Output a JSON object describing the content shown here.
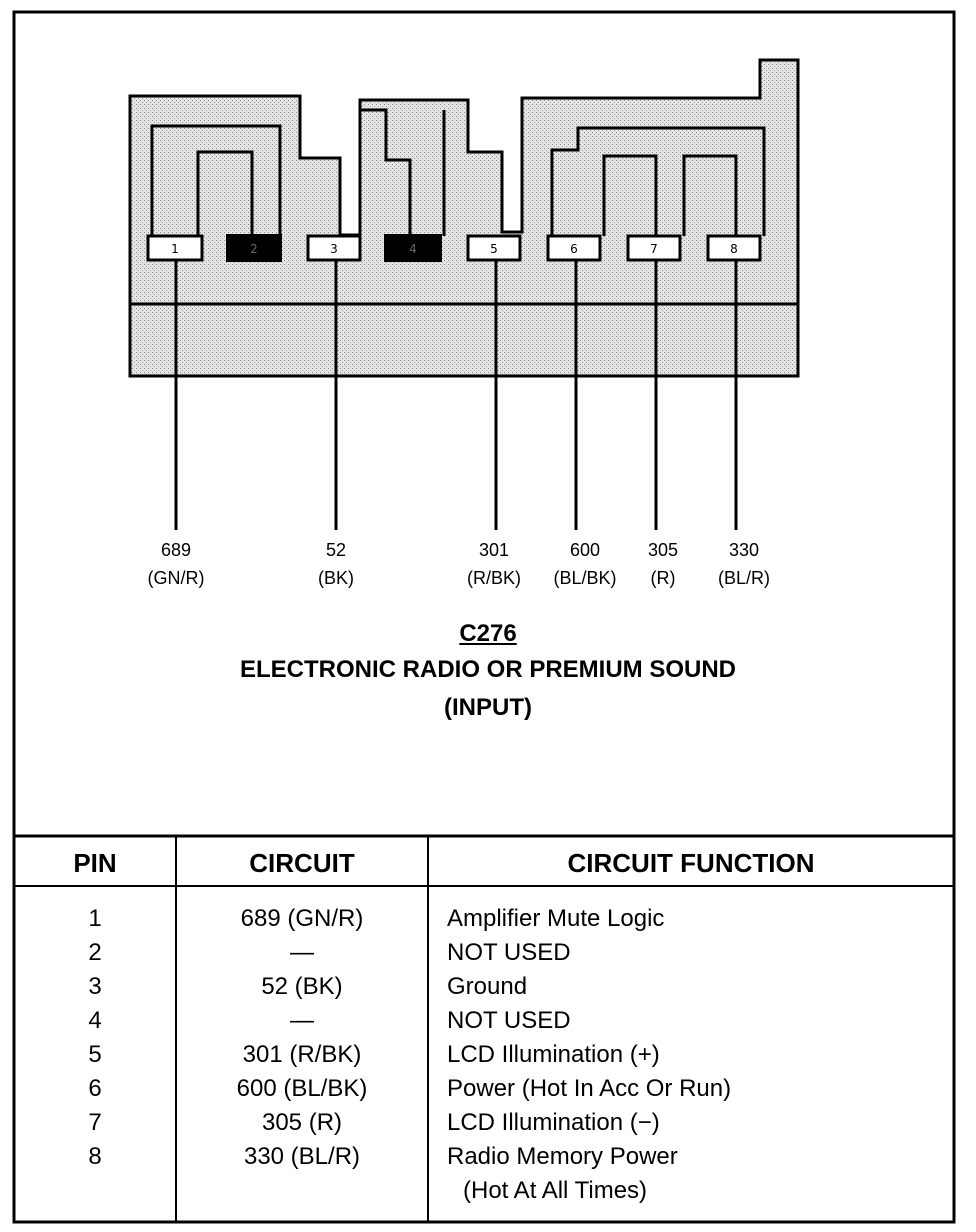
{
  "connector": {
    "id": "C276",
    "name": "ELECTRONIC RADIO OR PREMIUM SOUND",
    "subtitle": "(INPUT)",
    "pins": [
      "1",
      "2",
      "3",
      "4",
      "5",
      "6",
      "7",
      "8"
    ],
    "wires": [
      {
        "circuit": "689",
        "color": "(GN/R)"
      },
      {
        "circuit": "52",
        "color": "(BK)"
      },
      {
        "circuit": "301",
        "color": "(R/BK)"
      },
      {
        "circuit": "600",
        "color": "(BL/BK)"
      },
      {
        "circuit": "305",
        "color": "(R)"
      },
      {
        "circuit": "330",
        "color": "(BL/R)"
      }
    ]
  },
  "table": {
    "headers": {
      "pin": "PIN",
      "circuit": "CIRCUIT",
      "function": "CIRCUIT FUNCTION"
    },
    "rows": [
      {
        "pin": "1",
        "circuit": "689 (GN/R)",
        "function": "Amplifier Mute Logic"
      },
      {
        "pin": "2",
        "circuit": "—",
        "function": "NOT USED"
      },
      {
        "pin": "3",
        "circuit": "52 (BK)",
        "function": "Ground"
      },
      {
        "pin": "4",
        "circuit": "—",
        "function": "NOT USED"
      },
      {
        "pin": "5",
        "circuit": "301 (R/BK)",
        "function": "LCD Illumination (+)"
      },
      {
        "pin": "6",
        "circuit": "600 (BL/BK)",
        "function": "Power (Hot In Acc Or Run)"
      },
      {
        "pin": "7",
        "circuit": "305 (R)",
        "function": "LCD Illumination (−)"
      },
      {
        "pin": "8",
        "circuit": "330 (BL/R)",
        "function": "Radio Memory Power"
      }
    ],
    "continuation": "(Hot At All Times)"
  },
  "colors": {
    "ink": "#000000",
    "connector_fill": "#cfcfcf",
    "paper": "#ffffff"
  }
}
